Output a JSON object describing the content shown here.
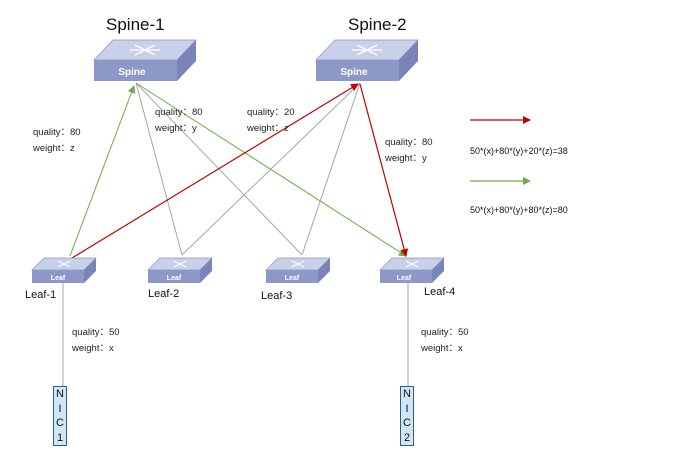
{
  "colors": {
    "red_link": "#c00000",
    "green_link": "#70ad47",
    "gray_link": "#a6a6a6",
    "switch_top": "#c9d0ea",
    "switch_front": "#8e98c8",
    "switch_side": "#7a84b8"
  },
  "spines": [
    {
      "title": "Spine-1",
      "badge": "Spine"
    },
    {
      "title": "Spine-2",
      "badge": "Spine"
    }
  ],
  "leaves": [
    {
      "name": "Leaf-1",
      "badge": "Leaf"
    },
    {
      "name": "Leaf-2",
      "badge": "Leaf"
    },
    {
      "name": "Leaf-3",
      "badge": "Leaf"
    },
    {
      "name": "Leaf-4",
      "badge": "Leaf"
    }
  ],
  "nics": [
    {
      "chars": [
        "N",
        "I",
        "C",
        "1"
      ]
    },
    {
      "chars": [
        "N",
        "I",
        "C",
        "2"
      ]
    }
  ],
  "link_labels": [
    {
      "quality": "quality：80",
      "weight": "weight：z"
    },
    {
      "quality": "quality：80",
      "weight": "weight：y"
    },
    {
      "quality": "quality：20",
      "weight": "weight：z"
    },
    {
      "quality": "quality：80",
      "weight": "weight：y"
    },
    {
      "quality": "quality：50",
      "weight": "weight：x"
    },
    {
      "quality": "quality：50",
      "weight": "weight：x"
    }
  ],
  "legend": {
    "red_formula": "50*(x)+80*(y)+20*(z)=38",
    "green_formula": "50*(x)+80*(y)+80*(z)=80"
  }
}
